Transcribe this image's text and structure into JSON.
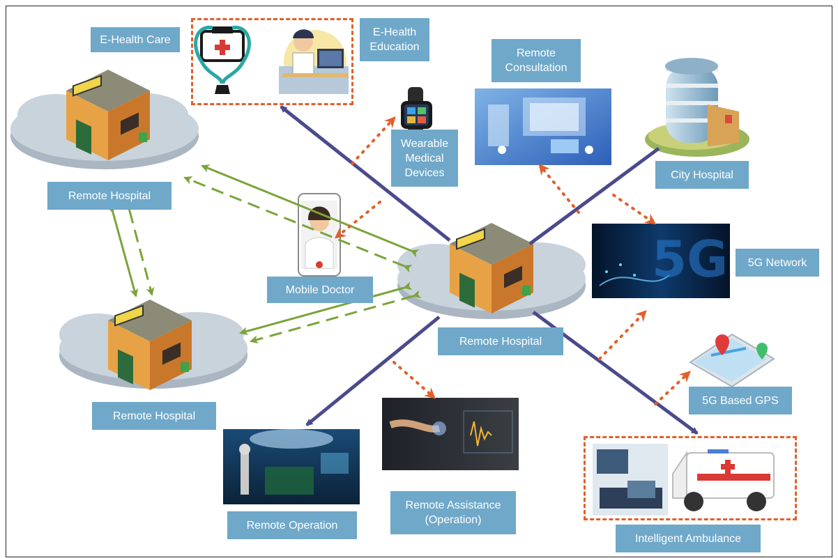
{
  "labels": {
    "ehealth_care": "E-Health Care",
    "ehealth_education": "E-Health\nEducation",
    "remote_consultation": "Remote\nConsultation",
    "wearable": "Wearable\nMedical\nDevices",
    "city_hospital": "City Hospital",
    "remote_hospital_top": "Remote Hospital",
    "remote_hospital_center": "Remote Hospital",
    "remote_hospital_bottom": "Remote Hospital",
    "mobile_doctor": "Mobile Doctor",
    "network_5g": "5G Network",
    "gps_5g": "5G Based GPS",
    "remote_operation": "Remote Operation",
    "remote_assistance": "Remote Assistance\n(Operation)",
    "intelligent_ambulance": "Intelligent Ambulance"
  },
  "photo_text": {
    "fiveg": "5G"
  },
  "colors": {
    "label_bg": "#6fa8c9",
    "navy_arrow": "#4b4a8c",
    "green_arrow": "#7aa43a",
    "orange_dotted": "#e0602a",
    "cloud": "#c9d3dc",
    "dashed_box": "#e0602a"
  }
}
